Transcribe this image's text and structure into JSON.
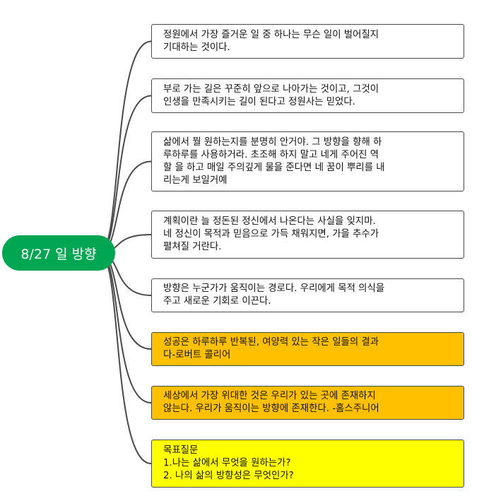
{
  "root": {
    "label": "8/27 일 방향",
    "color": "#00a651"
  },
  "nodes": [
    {
      "text": "정원에서 가장 즐거운 일 중 하나는 무슨 일이 벌어질지\n기대하는 것이다.",
      "fill": "#ffffff"
    },
    {
      "text": "부로 가는 길은 꾸준히 앞으로 나아가는 것이고, 그것이\n인생을 만족시키는 길이 된다고 정원사는 믿었다.",
      "fill": "#ffffff"
    },
    {
      "text": "삶에서 뭘 원하는지를 분명히 안거야. 그 방향을 향해 하\n루하루를 사용하거라. 초조해 하지 말고 네게 주어진 역\n할 을 하고 매일 주의깊게 물을 준다면 네 꿈이 뿌리를 내\n리는게 보일거예",
      "fill": "#ffffff"
    },
    {
      "text": "계획이란 늘 정돈된 정신에서 나온다는 사실을 잊지마.\n네 정신이 목적과 믿음으로 가득 채워지면, 가을 추수가\n펼쳐질 거란다.",
      "fill": "#ffffff"
    },
    {
      "text": "방향은 누군가가 움직이는 경로다. 우리에게 목적 의식을\n주고 새로운 기회로 이끈다.",
      "fill": "#ffffff"
    },
    {
      "text": "성공은 하루하루 반복된, 여양력 있는 작은 일들의 결과\n다-로버트 콜리어",
      "fill": "#ffc000"
    },
    {
      "text": "세상에서 가장 위대한 것은 우리가 있는 곳에 존재하지\n않는다. 우리가 움직이는 방향에 존재한다. -홈스주니어",
      "fill": "#ffc000"
    },
    {
      "text": "목표질문\n1.나는 삶에서 무엇을 원하는가?\n2. 나의 삶의 방향성은 무엇인가?",
      "fill": "#ffff00"
    }
  ]
}
